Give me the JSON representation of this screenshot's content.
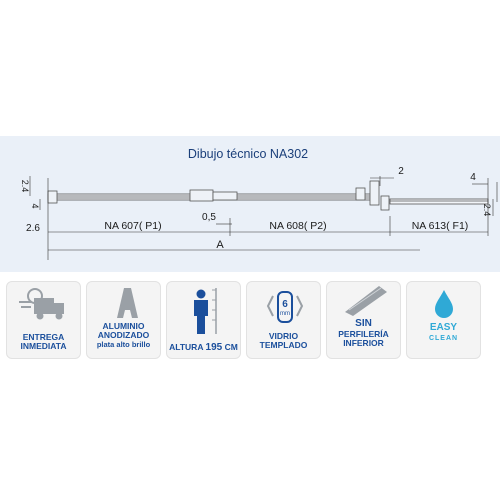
{
  "drawing": {
    "title": "Dibujo técnico NA302",
    "dims": {
      "h24_left": "2.4",
      "h4_left": "4",
      "d26": "2.6",
      "p1": "NA 607( P1)",
      "p2": "NA 608( P2)",
      "f1": "NA 613( F1)",
      "gap05": "0,5",
      "total": "A",
      "top2": "2",
      "top4_right": "4",
      "h24_right": "2.4"
    }
  },
  "badges": [
    {
      "icon": "delivery-truck-icon",
      "line1": "ENTREGA",
      "line2": "INMEDIATA"
    },
    {
      "icon": "aluminium-letter-a-icon",
      "line1": "ALUMINIO",
      "line2": "ANODIZADO",
      "line3": "plata alto brillo"
    },
    {
      "icon": "person-height-icon",
      "line1": "ALTURA",
      "value": "195",
      "unit": "CM"
    },
    {
      "icon": "glass-6mm-icon",
      "glass_mm": "6",
      "glass_unit": "mm",
      "line1": "VIDRIO",
      "line2": "TEMPLADO"
    },
    {
      "icon": "no-bottom-profile-icon",
      "line1": "SIN",
      "line2": "PERFILERÍA",
      "line3": "INFERIOR"
    },
    {
      "icon": "water-drop-icon",
      "line1": "EASY",
      "line2": "CLEAN"
    }
  ],
  "colors": {
    "accent": "#1b4f9c",
    "icon_grey": "#9aa0a6",
    "panel": "#eaf0f8",
    "easy_clean": "#2fa9d6"
  }
}
